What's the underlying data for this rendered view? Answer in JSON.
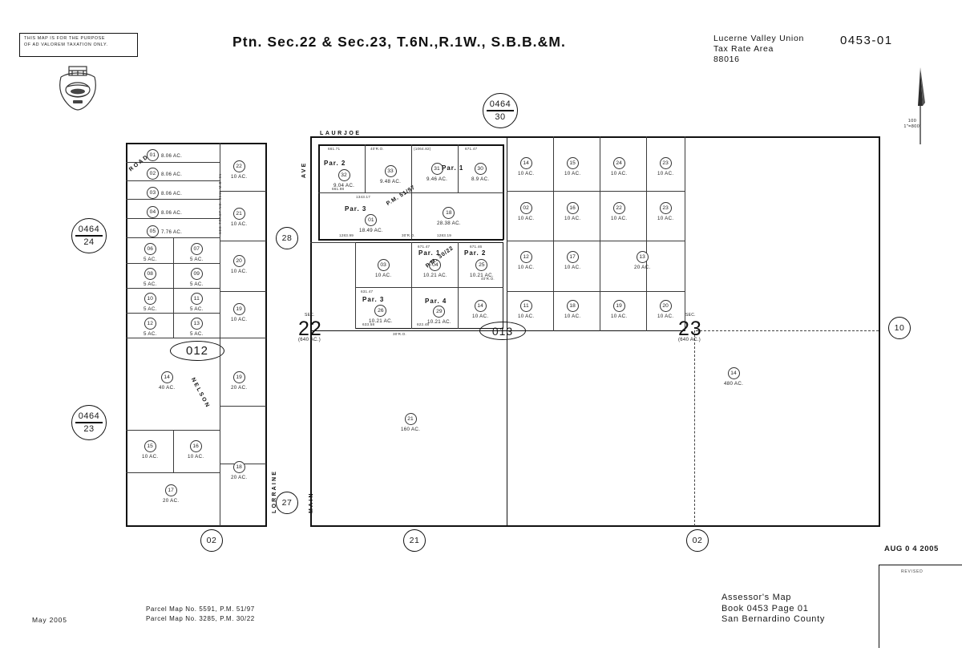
{
  "header": {
    "disclaimer_line1": "THIS MAP IS FOR THE PURPOSE",
    "disclaimer_line2": "OF AD VALOREM TAXATION ONLY.",
    "title": "Ptn. Sec.22 & Sec.23, T.6N.,R.1W., S.B.B.&M.",
    "tra_line1": "Lucerne Valley Union",
    "tra_line2": "Tax Rate Area",
    "tra_line3": "88016",
    "book_page": "0453-01",
    "north_scale_line1": "100",
    "north_scale_line2": "1\"=800'"
  },
  "refs": {
    "top_book": "0464",
    "top_page": "30",
    "left_upper_book": "0464",
    "left_upper_page": "24",
    "left_lower_book": "0464",
    "left_lower_page": "23",
    "section_28": "28",
    "section_27": "27",
    "section_10": "10",
    "section_21": "21",
    "section_02_left": "02",
    "section_02_right": "02",
    "block_012": "012",
    "block_013": "013",
    "section_22_left": "2",
    "section_22_right": "2",
    "section_22_area": "(640 AC.)",
    "section_22_sec_label": "SEC.",
    "section_23_left": "2",
    "section_23_right": "3",
    "section_23_area": "(640 AC.)",
    "section_23_sec_label": "SEC."
  },
  "streets": {
    "laurjoe": "LAURJOE",
    "ave_left": "AVE",
    "main": "MAIN",
    "lorraine": "LORRAINE",
    "nelson": "NELSON",
    "road_diag": "ROAD",
    "vertical_right_of_col1": "SEE  TRACT  NO. 3611  M.B. 51"
  },
  "parcel_map_notes": {
    "pm_5197": "P.M. 51/97",
    "pm_3022": "P.M. 30/22",
    "par1": "Par. 1",
    "par2": "Par. 2",
    "par3": "Par. 3",
    "par4": "Par. 4"
  },
  "column1_parcels": [
    {
      "num": "01",
      "acres": "8.06 AC."
    },
    {
      "num": "02",
      "acres": "8.06 AC."
    },
    {
      "num": "03",
      "acres": "8.06 AC."
    },
    {
      "num": "04",
      "acres": "8.06 AC."
    },
    {
      "num": "05",
      "acres": "7.76 AC."
    }
  ],
  "column1_small_parcels": [
    {
      "num": "06",
      "acres": "5 AC."
    },
    {
      "num": "07",
      "acres": "5 AC."
    },
    {
      "num": "08",
      "acres": "5 AC."
    },
    {
      "num": "09",
      "acres": "5 AC."
    },
    {
      "num": "10",
      "acres": "5 AC."
    },
    {
      "num": "11",
      "acres": "5 AC."
    },
    {
      "num": "12",
      "acres": "5 AC."
    },
    {
      "num": "13",
      "acres": "5 AC."
    }
  ],
  "column2_parcels": [
    {
      "num": "22",
      "acres": "10 AC."
    },
    {
      "num": "21",
      "acres": "10 AC."
    },
    {
      "num": "20",
      "acres": "10 AC."
    },
    {
      "num": "19",
      "acres": "10 AC."
    }
  ],
  "block012_parcels": [
    {
      "num": "14",
      "acres": "40 AC."
    },
    {
      "num": "19",
      "acres": "20 AC."
    },
    {
      "num": "15",
      "acres": "10 AC."
    },
    {
      "num": "16",
      "acres": "10 AC."
    },
    {
      "num": "17",
      "acres": "20 AC."
    },
    {
      "num": "18",
      "acres": "20 AC."
    }
  ],
  "pm5197_parcels": [
    {
      "num": "32",
      "acres": "9.04 AC.",
      "par": "Par. 2"
    },
    {
      "num": "33",
      "acres": "9.48 AC.",
      "par": ""
    },
    {
      "num": "31",
      "acres": "9.46 AC.",
      "par": ""
    },
    {
      "num": "30",
      "acres": "8.9 AC.",
      "par": "Par. 1"
    },
    {
      "num": "01",
      "acres": "18.49 AC.",
      "par": "Par. 3"
    },
    {
      "num": "18",
      "acres": "28.38 AC.",
      "par": ""
    }
  ],
  "pm5197_dims": {
    "d1": "661.71",
    "d2": "40'R.O.",
    "d3": "(1064.82)",
    "d4": "671.47",
    "d5": "661.98",
    "d6": "1343.17",
    "d7": "1283.99",
    "d8": "30'R.O.",
    "d9": "1283.19"
  },
  "pm3022_parcels": [
    {
      "num": "04",
      "acres": "10.21 AC.",
      "par": "Par. 1"
    },
    {
      "num": "25",
      "acres": "10.21 AC.",
      "par": "Par. 2"
    },
    {
      "num": "26",
      "acres": "10.21 AC.",
      "par": "Par. 3"
    },
    {
      "num": "29",
      "acres": "10.21 AC.",
      "par": "Par. 4"
    },
    {
      "num": "03",
      "acres": "10 AC.",
      "par": ""
    },
    {
      "num": "14",
      "acres": "10 AC.",
      "par": ""
    }
  ],
  "pm3022_dims": {
    "d1": "671.47",
    "d2": "671.46",
    "d3": "631.47",
    "d4": "633.58",
    "d5": "622.48",
    "d6": "40'R.O.",
    "d7": "30'R.O."
  },
  "grid_row1": [
    {
      "num": "14",
      "acres": "10 AC."
    },
    {
      "num": "15",
      "acres": "10 AC."
    },
    {
      "num": "24",
      "acres": "10 AC."
    },
    {
      "num": "23",
      "acres": "10 AC."
    }
  ],
  "grid_row2": [
    {
      "num": "02",
      "acres": "10 AC."
    },
    {
      "num": "16",
      "acres": "10 AC."
    },
    {
      "num": "22",
      "acres": "10 AC."
    },
    {
      "num": "23",
      "acres": "10 AC."
    }
  ],
  "grid_row3": [
    {
      "num": "12",
      "acres": "10 AC."
    },
    {
      "num": "17",
      "acres": "10 AC."
    },
    {
      "num": "13",
      "acres": "20 AC."
    }
  ],
  "grid_row4": [
    {
      "num": "11",
      "acres": "10 AC."
    },
    {
      "num": "18",
      "acres": "10 AC."
    },
    {
      "num": "19",
      "acres": "10 AC."
    },
    {
      "num": "20",
      "acres": "10 AC."
    }
  ],
  "large_parcels": [
    {
      "num": "21",
      "acres": "160 AC."
    },
    {
      "num": "14",
      "acres": "480 AC."
    }
  ],
  "footer": {
    "date": "May 2005",
    "pm_line1": "Parcel Map No. 5591, P.M. 51/97",
    "pm_line2": "Parcel Map No. 3285, P.M. 30/22",
    "assessor_line1": "Assessor's Map",
    "assessor_line2": "Book 0453 Page 01",
    "assessor_line3": "San Bernardino County",
    "stamp_date": "AUG 0 4 2005",
    "revised_label": "REVISED"
  }
}
